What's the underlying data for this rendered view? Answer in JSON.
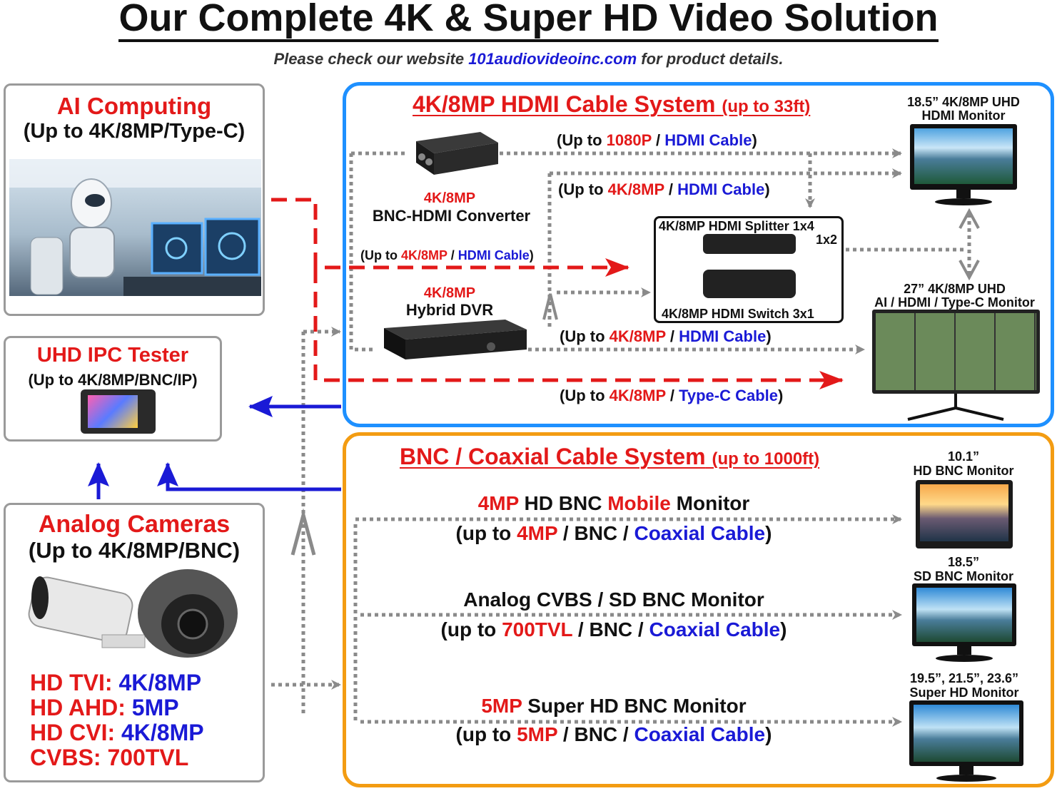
{
  "header": {
    "title": "Our Complete 4K & Super HD Video Solution",
    "subtitle_pre": "Please check our website ",
    "subtitle_link": "101audiovideoinc.com",
    "subtitle_post": " for product details."
  },
  "ai_card": {
    "title": "AI Computing",
    "subtitle": "(Up to 4K/8MP/Type-C)"
  },
  "tester_card": {
    "title": "UHD IPC Tester",
    "subtitle": "(Up to 4K/8MP/BNC/IP)"
  },
  "cameras_card": {
    "title": "Analog Cameras",
    "subtitle": "(Up to 4K/8MP/BNC)",
    "specs": [
      {
        "label": "HD TVI: ",
        "value": "4K/8MP"
      },
      {
        "label": "HD AHD: ",
        "value": "5MP"
      },
      {
        "label": "HD CVI: ",
        "value": "4K/8MP"
      },
      {
        "label": "CVBS: 700TVL",
        "value": ""
      }
    ]
  },
  "hdmi_system": {
    "title": "4K/8MP HDMI Cable System",
    "range": "(up to 33ft)",
    "converter_res": "4K/8MP",
    "converter_name": "BNC-HDMI Converter",
    "dvr_res": "4K/8MP",
    "dvr_name": "Hybrid DVR",
    "splitter_name": "4K/8MP HDMI Splitter 1x4",
    "splitter_sub": "1x2",
    "switch_name": "4K/8MP HDMI Switch 3x1",
    "links": {
      "l1_pre": "(Up to ",
      "l1_res": "1080P",
      "l1_sep": " / ",
      "l1_cable": "HDMI Cable",
      "l1_end": ")",
      "l2_pre": "(Up to ",
      "l2_res": "4K/8MP",
      "l2_sep": " / ",
      "l2_cable": "HDMI Cable",
      "l2_end": ")",
      "l3_pre": "(Up to ",
      "l3_res": "4K/8MP",
      "l3_sep": " / ",
      "l3_cable": "HDMI Cable",
      "l3_end": ")",
      "l4_pre": "(Up to ",
      "l4_res": "4K/8MP",
      "l4_sep": " / ",
      "l4_cable": "HDMI Cable",
      "l4_end": ")",
      "l5_pre": "(Up to ",
      "l5_res": "4K/8MP",
      "l5_sep": " / ",
      "l5_cable": "Type-C Cable",
      "l5_end": ")"
    },
    "monitor1_l1": "18.5” 4K/8MP UHD",
    "monitor1_l2": "HDMI Monitor",
    "monitor2_l1": "27” 4K/8MP UHD",
    "monitor2_l2": "AI / HDMI / Type-C Monitor"
  },
  "bnc_system": {
    "title": "BNC / Coaxial Cable System",
    "range": "(up to 1000ft)",
    "rows": [
      {
        "a": "4MP",
        "b": " HD BNC ",
        "c": "Mobile",
        "d": " Monitor",
        "l_pre": "(up to ",
        "l_res": "4MP",
        "l_mid": " / BNC / ",
        "l_cable": "Coaxial Cable",
        "l_end": ")"
      },
      {
        "a": "",
        "b": "Analog CVBS / SD BNC Monitor",
        "c": "",
        "d": "",
        "l_pre": "(up to ",
        "l_res": "700TVL",
        "l_mid": " / BNC / ",
        "l_cable": "Coaxial Cable",
        "l_end": ")"
      },
      {
        "a": "5MP",
        "b": " Super HD BNC Monitor",
        "c": "",
        "d": "",
        "l_pre": "(up to ",
        "l_res": "5MP",
        "l_mid": " / BNC / ",
        "l_cable": "Coaxial Cable",
        "l_end": ")"
      }
    ],
    "mon1_l1": "10.1”",
    "mon1_l2": "HD BNC Monitor",
    "mon2_l1": "18.5”",
    "mon2_l2": "SD BNC Monitor",
    "mon3_l1": "19.5”, 21.5”, 23.6”",
    "mon3_l2": "Super HD Monitor"
  },
  "colors": {
    "red": "#e31919",
    "blue": "#1a1ad6",
    "panel_blue": "#1e90ff",
    "panel_orange": "#f39c12",
    "gray": "#9a9a9a"
  }
}
